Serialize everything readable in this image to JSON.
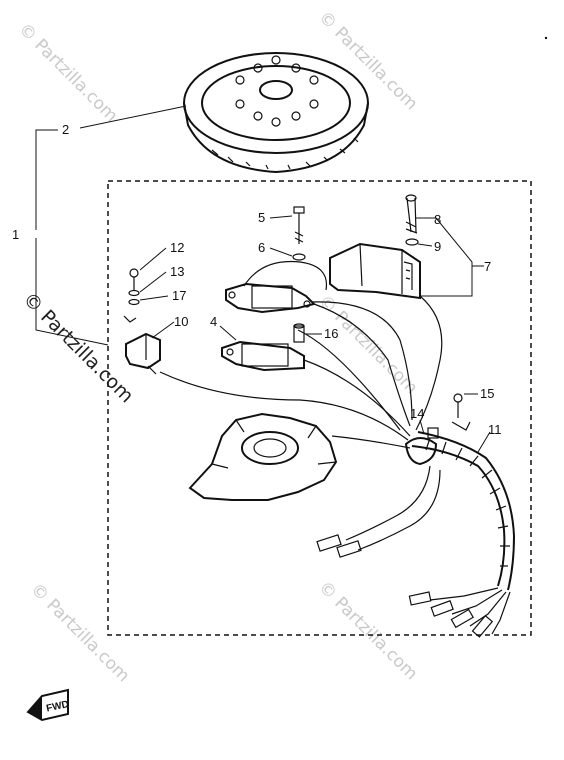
{
  "watermark": {
    "text_short": "© Partzilla.com",
    "text_long": "© Partzilla.com"
  },
  "fwd_badge": "FWD",
  "callouts": [
    {
      "id": "1",
      "label": "1"
    },
    {
      "id": "2",
      "label": "2"
    },
    {
      "id": "4",
      "label": "4"
    },
    {
      "id": "5",
      "label": "5"
    },
    {
      "id": "6",
      "label": "6"
    },
    {
      "id": "7",
      "label": "7"
    },
    {
      "id": "8",
      "label": "8"
    },
    {
      "id": "9",
      "label": "9"
    },
    {
      "id": "10",
      "label": "10"
    },
    {
      "id": "11",
      "label": "11"
    },
    {
      "id": "12",
      "label": "12"
    },
    {
      "id": "13",
      "label": "13"
    },
    {
      "id": "14",
      "label": "14"
    },
    {
      "id": "15",
      "label": "15"
    },
    {
      "id": "16",
      "label": "16"
    },
    {
      "id": "17",
      "label": "17"
    }
  ],
  "parts": [
    "flywheel",
    "stator-base",
    "ignition-coil-upper",
    "ignition-coil-lower",
    "cdi-unit",
    "charge-coil",
    "wire-harness",
    "bolt",
    "washer",
    "spacer-collar"
  ]
}
